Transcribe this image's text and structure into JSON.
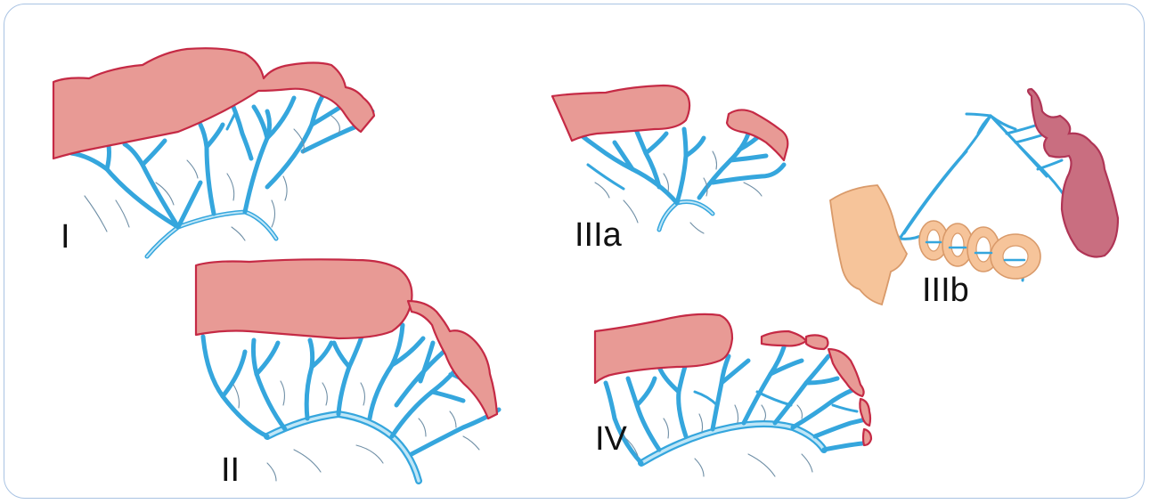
{
  "panels": [
    {
      "id": "I",
      "label": "I"
    },
    {
      "id": "II",
      "label": "II"
    },
    {
      "id": "IIIa",
      "label": "IIIa"
    },
    {
      "id": "IIIb",
      "label": "IIIb"
    },
    {
      "id": "IV",
      "label": "IV"
    }
  ],
  "colors": {
    "bowel": "#e89a95",
    "bowel_outline": "#c52a45",
    "vessel": "#35a6dd",
    "frame": "#a9c3e3"
  }
}
